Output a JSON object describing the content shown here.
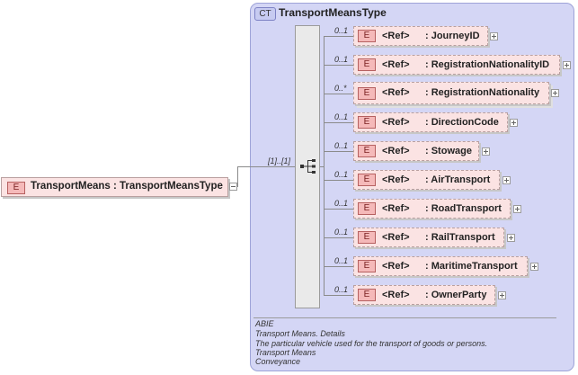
{
  "complex_type": {
    "badge": "CT",
    "name": "TransportMeansType"
  },
  "root": {
    "badge": "E",
    "label": "TransportMeans : TransportMeansType",
    "cardinality": "[1]..[1]"
  },
  "children": [
    {
      "badge": "E",
      "ref": "<Ref>",
      "name": ": JourneyID",
      "cardinality": "0..1"
    },
    {
      "badge": "E",
      "ref": "<Ref>",
      "name": ": RegistrationNationalityID",
      "cardinality": "0..1"
    },
    {
      "badge": "E",
      "ref": "<Ref>",
      "name": ": RegistrationNationality",
      "cardinality": "0..*"
    },
    {
      "badge": "E",
      "ref": "<Ref>",
      "name": ": DirectionCode",
      "cardinality": "0..1"
    },
    {
      "badge": "E",
      "ref": "<Ref>",
      "name": ": Stowage",
      "cardinality": "0..1"
    },
    {
      "badge": "E",
      "ref": "<Ref>",
      "name": ": AirTransport",
      "cardinality": "0..1"
    },
    {
      "badge": "E",
      "ref": "<Ref>",
      "name": ": RoadTransport",
      "cardinality": "0..1"
    },
    {
      "badge": "E",
      "ref": "<Ref>",
      "name": ": RailTransport",
      "cardinality": "0..1"
    },
    {
      "badge": "E",
      "ref": "<Ref>",
      "name": ": MaritimeTransport",
      "cardinality": "0..1"
    },
    {
      "badge": "E",
      "ref": "<Ref>",
      "name": ": OwnerParty",
      "cardinality": "0..1"
    }
  ],
  "annotation": {
    "line1": "ABIE",
    "line2": "Transport Means. Details",
    "line3": "The particular vehicle used for the transport of goods or persons.",
    "line4": "Transport Means",
    "line5": "Conveyance"
  }
}
